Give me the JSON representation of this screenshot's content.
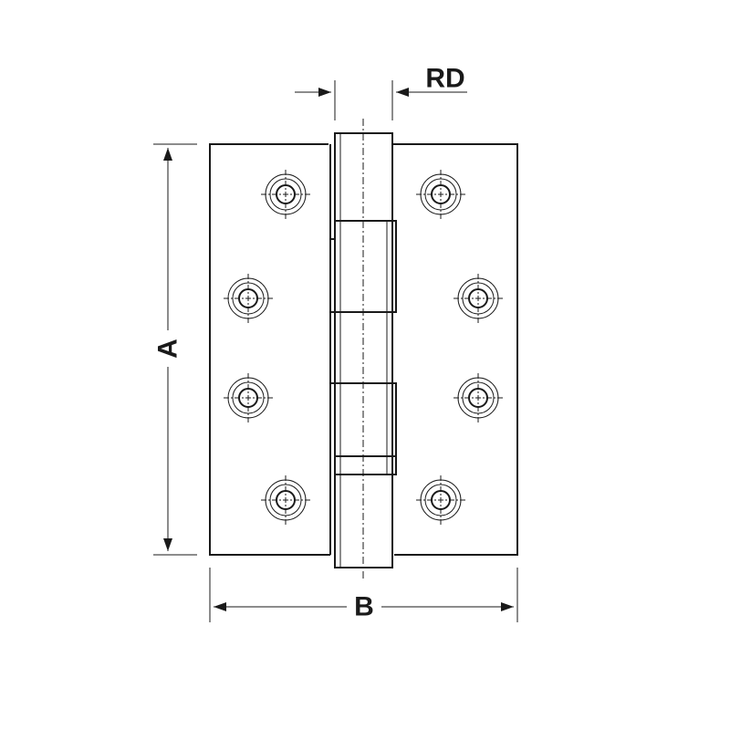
{
  "dimensions": {
    "height_label": "A",
    "width_label": "B",
    "knuckle_label": "RD"
  },
  "screw_holes": {
    "left": [
      "hole-1",
      "hole-2",
      "hole-3",
      "hole-4"
    ],
    "right": [
      "hole-1",
      "hole-2",
      "hole-3",
      "hole-4"
    ]
  }
}
